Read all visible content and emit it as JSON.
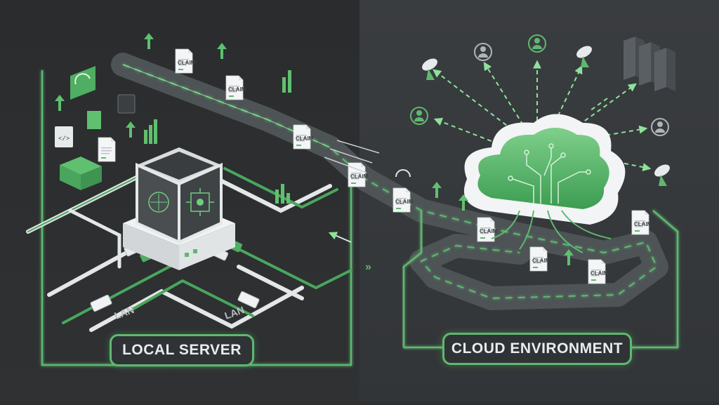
{
  "panels": {
    "local": {
      "label": "LOCAL SERVER"
    },
    "cloud": {
      "label": "CLOUD ENVIRONMENT"
    }
  },
  "cable_labels": [
    "LAN",
    "LAN"
  ],
  "document_label": "CLAIM",
  "colors": {
    "background_left": "#2b2d2f",
    "background_right": "#36393b",
    "accent_green": "#5fb870",
    "light_green": "#9be0a4",
    "server_body": "#e6e9ea",
    "cloud_white": "#f2f4f5"
  },
  "icons": [
    "server-icon",
    "cloud-icon",
    "document-icon",
    "satellite-dish-icon",
    "user-icon",
    "server-rack-icon",
    "gauge-icon",
    "envelope-icon",
    "code-icon",
    "bar-chart-icon",
    "ethernet-plug-icon",
    "up-arrow-icon"
  ]
}
